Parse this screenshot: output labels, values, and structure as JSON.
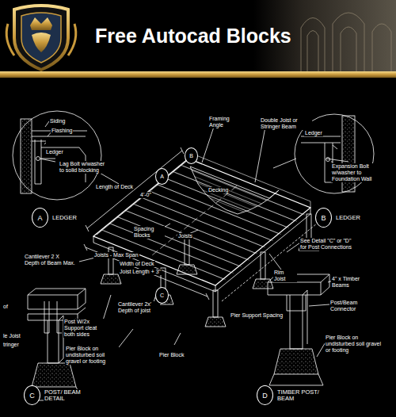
{
  "diagram": {
    "title": "Free Autocad Blocks",
    "nodes": [
      {
        "text": [
          "A"
        ]
      },
      {
        "text": [
          "B"
        ]
      },
      {
        "text": [
          "C"
        ]
      },
      {
        "text": [
          "A",
          "LEDGER"
        ]
      },
      {
        "text": [
          "B",
          "LEDGER"
        ]
      },
      {
        "text": [
          "C",
          "POST/ BEAM DETAIL"
        ]
      },
      {
        "text": [
          "D",
          "TIMBER POST/ BEAM"
        ]
      }
    ],
    "labels": [
      "Siding",
      "Flashing",
      "Ledger",
      "Lag Bolt w/washer to solid blocking",
      "Framing Angle",
      "Length of Deck",
      "4'-0\"",
      "Double Joist or Stringer Beam",
      "Decking",
      "Spacing Blocks",
      "Joists",
      "Joists - Max Span",
      "Width of Deck",
      "Joist Length + 3\"",
      "Cantilever 2 X Depth of Beam Max.",
      "Post W/2x Support cleat both sides",
      "Pier Block on undisturbed soil gravel or footing",
      "Cantilever 2x' Depth of joist",
      "Pier Block",
      "Pier Support Spacing",
      "Rim Joist",
      "See Detail \"C\" or \"D\" for Post Connections",
      "Ledger",
      "Expansion Bolt w/washer to Foundation Wall",
      "4\" x Timber Beams",
      "Post/Beam Connector",
      "Pier Block on undisturbed soil gravel or footing",
      "of",
      "le Joist",
      "tringer"
    ]
  }
}
